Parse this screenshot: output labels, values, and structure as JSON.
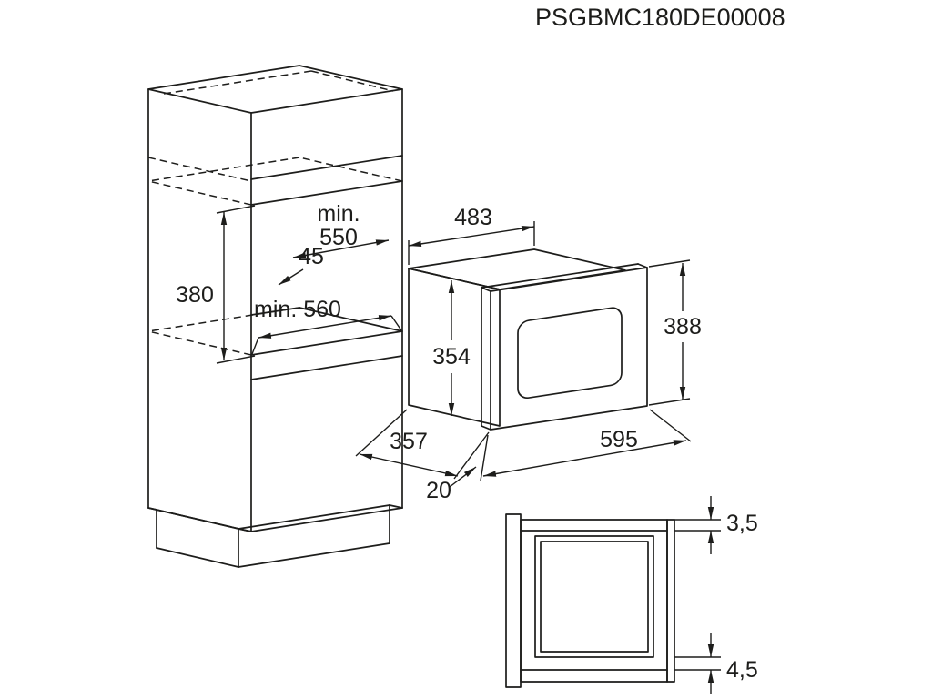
{
  "title": "PSGBMC180DE00008",
  "colors": {
    "line": "#1d1d1b",
    "background": "#ffffff"
  },
  "cabinet_dimensions": {
    "niche_height": "380",
    "niche_depth_min_label": "min.",
    "niche_depth_min_value": "550",
    "front_offset": "45",
    "niche_width_min": "min. 560"
  },
  "microwave_dimensions": {
    "body_width": "483",
    "body_height": "354",
    "front_height": "388",
    "body_depth": "357",
    "front_width": "595",
    "clearance": "20"
  },
  "section_dimensions": {
    "gap_top": "3,5",
    "gap_bottom": "4,5"
  }
}
